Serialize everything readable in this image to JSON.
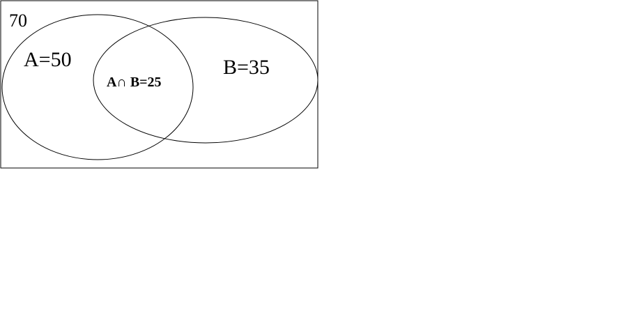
{
  "diagram": {
    "universal_label": "70",
    "set_a_label": "A=50",
    "set_b_label": "B=35",
    "intersection_label": "A∩ B=25"
  },
  "colors": {
    "stroke": "#000000",
    "background": "#ffffff"
  }
}
